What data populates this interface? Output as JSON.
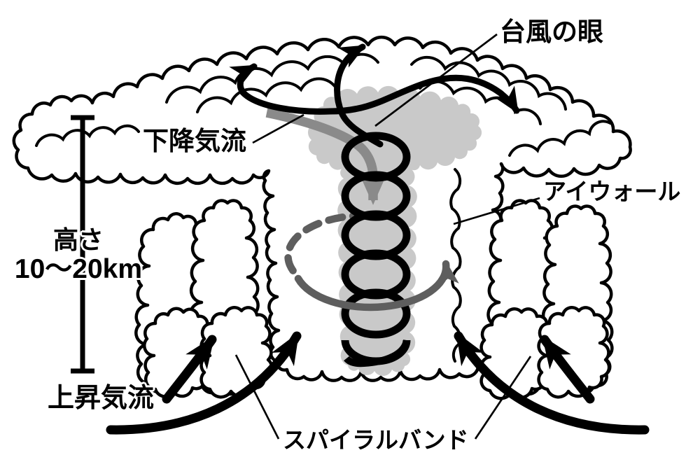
{
  "labels": {
    "eye": "台風の眼",
    "downdraft": "下降気流",
    "eyewall": "アイウォール",
    "height_line1": "高さ",
    "height_line2": "10〜20km",
    "updraft": "上昇気流",
    "spiral_band": "スパイラルバンド"
  },
  "colors": {
    "outline": "#000000",
    "eye_column": "#c9c9c9",
    "downdraft_arrow": "#8a8a8a",
    "rotation_arrow": "#5e5e5e",
    "background": "#ffffff"
  }
}
